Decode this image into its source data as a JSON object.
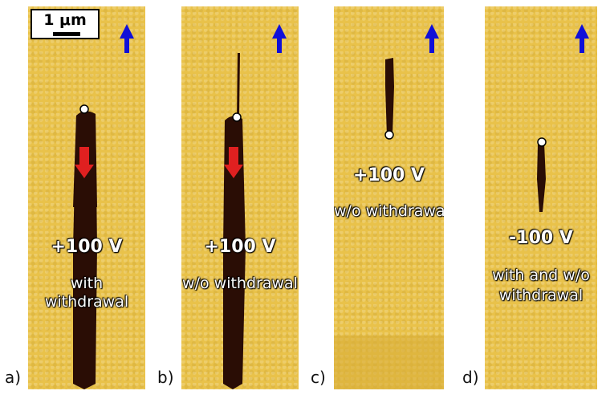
{
  "scale_bar": {
    "label": "1 μm"
  },
  "panels": [
    {
      "letter": "a)",
      "voltage": "+100 V",
      "desc": [
        "with",
        "withdrawal"
      ]
    },
    {
      "letter": "b)",
      "voltage": "+100 V",
      "desc": [
        "w/o withdrawal"
      ]
    },
    {
      "letter": "c)",
      "voltage": "+100 V",
      "desc": [
        "w/o withdrawal"
      ]
    },
    {
      "letter": "d)",
      "voltage": "-100 V",
      "desc": [
        "with and w/o",
        "withdrawal"
      ]
    }
  ],
  "colors": {
    "background": "#e9c24a",
    "domain": "#2a0d05",
    "arrow_up": "#1010d8",
    "arrow_down": "#e02020"
  }
}
